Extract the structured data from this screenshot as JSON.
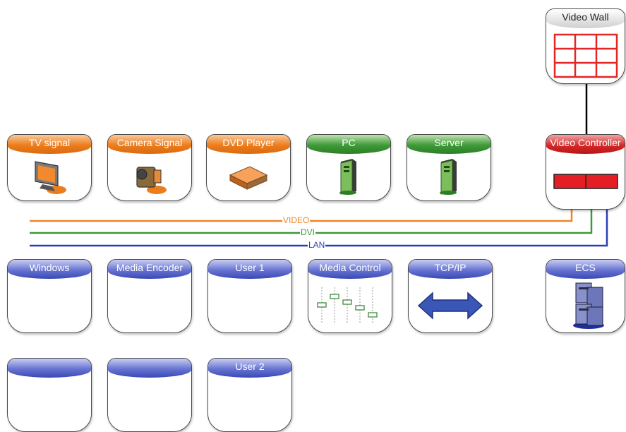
{
  "colors": {
    "video": "#f0862a",
    "dvi": "#3b9a3b",
    "lan": "#2b3fb8",
    "source_header": "#ec7d1c",
    "pc_header": "#3f9a37",
    "controller_header": "#d42a2a",
    "client_header": "#5b66c9"
  },
  "sources": [
    {
      "label": "TV signal",
      "icon": "tv-icon"
    },
    {
      "label": "Camera Signal",
      "icon": "camera-icon"
    },
    {
      "label": "DVD Player",
      "icon": "dvd-player-icon"
    },
    {
      "label": "PC",
      "icon": "computer-tower-icon"
    },
    {
      "label": "Server",
      "icon": "server-tower-icon"
    }
  ],
  "video_wall": {
    "label": "Video Wall",
    "icon": "video-wall-grid-icon"
  },
  "video_controller": {
    "label": "Video Controller",
    "icon": "controller-unit-icon"
  },
  "links": {
    "video": "VIDEO",
    "dvi": "DVI",
    "lan": "LAN"
  },
  "clients_row1": [
    {
      "label": "Windows",
      "icon": ""
    },
    {
      "label": "Media Encoder",
      "icon": ""
    },
    {
      "label": "User 1",
      "icon": ""
    },
    {
      "label": "Media Control",
      "icon": "mixer-sliders-icon"
    },
    {
      "label": "TCP/IP",
      "icon": "double-arrow-icon"
    },
    {
      "label": "ECS",
      "icon": "server-rack-icon"
    }
  ],
  "clients_row2": [
    {
      "label": "",
      "icon": ""
    },
    {
      "label": "",
      "icon": ""
    },
    {
      "label": "User 2",
      "icon": ""
    }
  ]
}
